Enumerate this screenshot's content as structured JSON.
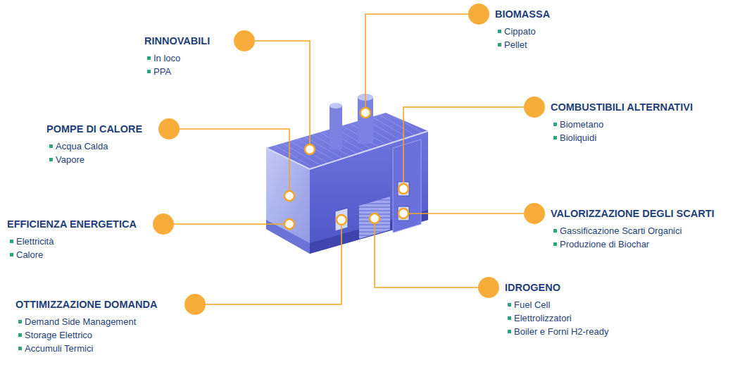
{
  "diagram": {
    "nodes": [
      {
        "text": [
          "BIOMASSA",
          "Cippato",
          "Pellet"
        ]
      },
      {
        "text": [
          "RINNOVABILI",
          "In loco",
          "PPA"
        ]
      },
      {
        "text": [
          "COMBUSTIBILI ALTERNATIVI",
          "Biometano",
          "Bioliquidi"
        ]
      },
      {
        "text": [
          "POMPE DI CALORE",
          "Acqua Calda",
          "Vapore"
        ]
      },
      {
        "text": [
          "VALORIZZAZIONE DEGLI SCARTI",
          "Gassificazione Scarti Organici",
          "Produzione di Biochar"
        ]
      },
      {
        "text": [
          "EFFICIENZA ENERGETICA",
          "Elettricità",
          "Calore"
        ]
      },
      {
        "text": [
          "IDROGENO",
          "Fuel Cell",
          "Elettrolizzatori",
          "Boiler e Forni H2-ready"
        ]
      },
      {
        "text": [
          "OTTIMIZZAZIONE DOMANDA",
          "Demand Side Management",
          "Storage Elettrico",
          "Accumuli Termici"
        ]
      }
    ]
  }
}
